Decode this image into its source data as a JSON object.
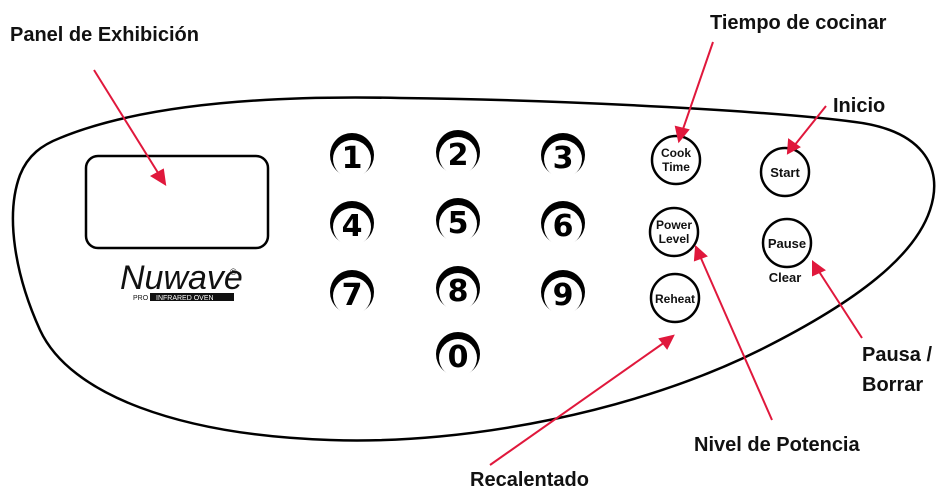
{
  "callouts": {
    "display_panel": "Panel de Exhibición",
    "cook_time": "Tiempo de cocinar",
    "start": "Inicio",
    "pause_clear_line1": "Pausa /",
    "pause_clear_line2": "Borrar",
    "power_level": "Nivel de Potencia",
    "reheat": "Recalentado"
  },
  "keypad": {
    "digits": [
      "1",
      "2",
      "3",
      "4",
      "5",
      "6",
      "7",
      "8",
      "9",
      "0"
    ]
  },
  "buttons": {
    "cook_time_line1": "Cook",
    "cook_time_line2": "Time",
    "power_level_line1": "Power",
    "power_level_line2": "Level",
    "reheat": "Reheat",
    "start": "Start",
    "pause": "Pause",
    "clear": "Clear"
  },
  "logo": {
    "brand": "Nuwave",
    "sub_left": "PRO",
    "sub_right": "INFRARED OVEN",
    "mark": "®"
  },
  "colors": {
    "arrow": "#e0183c",
    "outline": "#000000",
    "background": "#ffffff"
  }
}
